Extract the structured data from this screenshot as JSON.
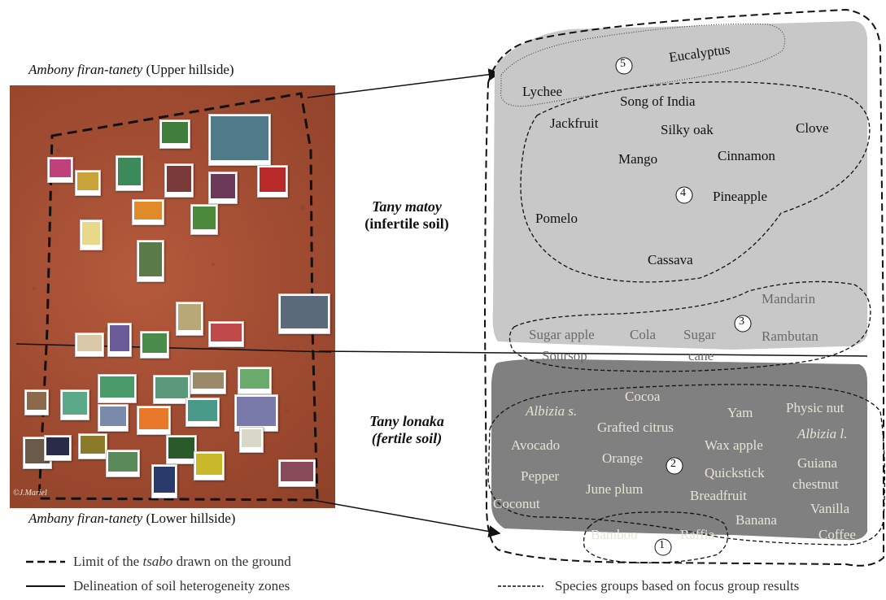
{
  "photo": {
    "caption_top_italic": "Ambony firan-tanety",
    "caption_top_plain": " (Upper hillside)",
    "caption_bottom_italic": "Ambany firan-tanety",
    "caption_bottom_plain": " (Lower hillside)",
    "credit": "©J.Mariel"
  },
  "zones": {
    "infertile_title": "Tany matoy",
    "infertile_sub": "(infertile soil)",
    "fertile_title": "Tany lonaka",
    "fertile_sub": "(fertile soil",
    "fertile_paren": ")"
  },
  "groups": {
    "g1": "1",
    "g2": "2",
    "g3": "3",
    "g4": "4",
    "g5": "5"
  },
  "species": {
    "eucalyptus": "Eucalyptus",
    "lychee": "Lychee",
    "song_of_india": "Song of India",
    "jackfruit": "Jackfruit",
    "silky_oak": "Silky oak",
    "clove": "Clove",
    "mango": "Mango",
    "cinnamon": "Cinnamon",
    "pineapple": "Pineapple",
    "pomelo": "Pomelo",
    "cassava": "Cassava",
    "mandarin": "Mandarin",
    "sugar_apple": "Sugar apple",
    "cola": "Cola",
    "sugar_cane_1": "Sugar",
    "sugar_cane_2": "cane",
    "rambutan": "Rambutan",
    "soursop": "Soursop",
    "cocoa": "Cocoa",
    "albizia_s": "Albizia s.",
    "yam": "Yam",
    "physic_nut": "Physic nut",
    "grafted_citrus": "Grafted citrus",
    "albizia_l": "Albizia l.",
    "avocado": "Avocado",
    "wax_apple": "Wax apple",
    "orange": "Orange",
    "guiana_chestnut_1": "Guiana",
    "guiana_chestnut_2": "chestnut",
    "pepper": "Pepper",
    "quickstick": "Quickstick",
    "june_plum": "June plum",
    "breadfruit": "Breadfruit",
    "coconut": "Coconut",
    "vanilla": "Vanilla",
    "banana": "Banana",
    "bamboo": "Bamboo",
    "raffia": "Raffia",
    "coffee": "Coffee"
  },
  "legend": {
    "dashed_prefix": "Limit of the ",
    "dashed_italic": "tsabo",
    "dashed_suffix": " drawn on the ground",
    "solid": "Delineation of soil heterogeneity zones",
    "dotted": "Species groups based on focus group results"
  },
  "colors": {
    "infertile_zone": "#c8c8c8",
    "fertile_zone": "#808080",
    "soil": "#a24d33"
  }
}
